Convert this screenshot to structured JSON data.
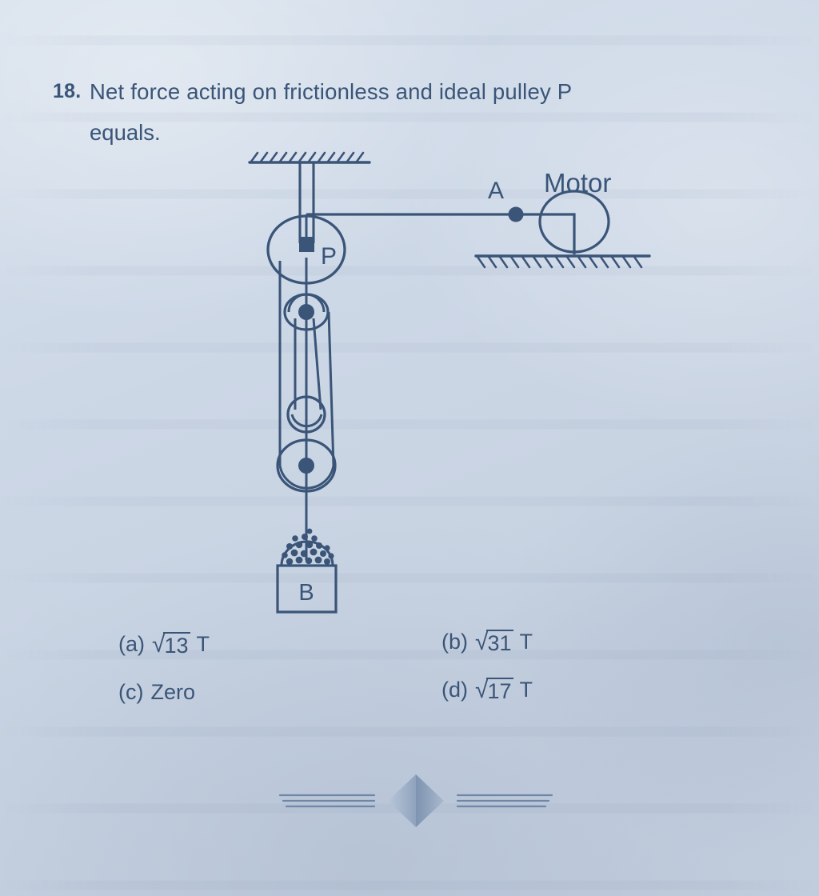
{
  "page": {
    "background_color": "#ccd7e6",
    "ink_color": "#36527a"
  },
  "question": {
    "number": "18.",
    "line1": "Net force acting on frictionless and ideal pulley P",
    "line2": "equals."
  },
  "figure": {
    "caption_labels": {
      "pulley": "P",
      "point_a": "A",
      "motor": "Motor",
      "block": "B"
    },
    "ceiling_label": "hatched-ceiling",
    "ground_label": "hatched-ground",
    "description": "A pulley P hangs from a hatched ceiling by a rod. A rope from pulley P runs horizontally to the right through point A into a motor standing on hatched ground. Below pulley P a block and tackle of three further pulleys supports a bucket B filled with sand."
  },
  "options": [
    {
      "key": "(a)",
      "radicand": "13",
      "unit": "T",
      "text": ""
    },
    {
      "key": "(b)",
      "radicand": "31",
      "unit": "T",
      "text": ""
    },
    {
      "key": "(c)",
      "radicand": "",
      "unit": "",
      "text": "Zero"
    },
    {
      "key": "(d)",
      "radicand": "17",
      "unit": "T",
      "text": ""
    }
  ],
  "ornament": {
    "name": "section-divider-diamond"
  }
}
